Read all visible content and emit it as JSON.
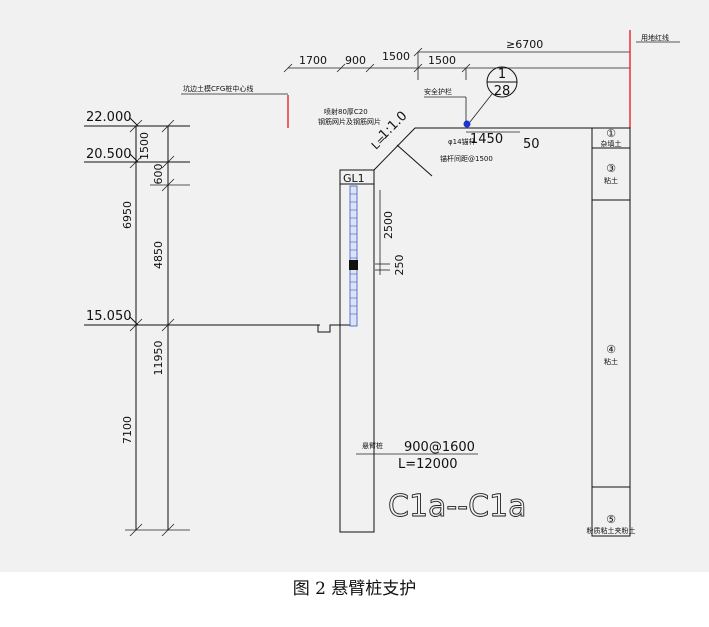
{
  "elevations": {
    "top": "22.000",
    "mid": "20.500",
    "bottom": "15.050"
  },
  "vertical_dims": {
    "d1500": "1500",
    "d600": "600",
    "d6950": "6950",
    "d4850": "4850",
    "d11950": "11950",
    "d7100": "7100",
    "d2500": "2500",
    "d250": "250"
  },
  "top_dims": {
    "d1700": "1700",
    "d900": "900",
    "d1500a": "1500",
    "d1500b": "1500",
    "d6700": "≥6700",
    "d1450": "1450",
    "d50": "50"
  },
  "labels": {
    "cfg_line": "坑边土模CFG桩中心线",
    "spray": "喷射80厚C20",
    "mesh": "钢筋网片及钢筋网片",
    "guardrail": "安全护栏",
    "anchor": "φ14锚杆",
    "anchor_spacing": "锚杆间距@1500",
    "red_line": "用地红线",
    "slope": "1:1.0",
    "slope_len": "L=",
    "beam": "GL1",
    "pile_label": "悬臂桩",
    "pile_spec": "900@1600",
    "pile_len": "L=12000",
    "section": "C1a--C1a"
  },
  "detail_ref": {
    "num": "1",
    "den": "28"
  },
  "soil_layers": [
    {
      "num": "①",
      "name": "杂填土"
    },
    {
      "num": "③",
      "name": "粘土"
    },
    {
      "num": "④",
      "name": "粘土"
    },
    {
      "num": "⑤",
      "name": "粉质粘土夹粉土"
    }
  ],
  "caption": "图 2 悬臂桩支护"
}
